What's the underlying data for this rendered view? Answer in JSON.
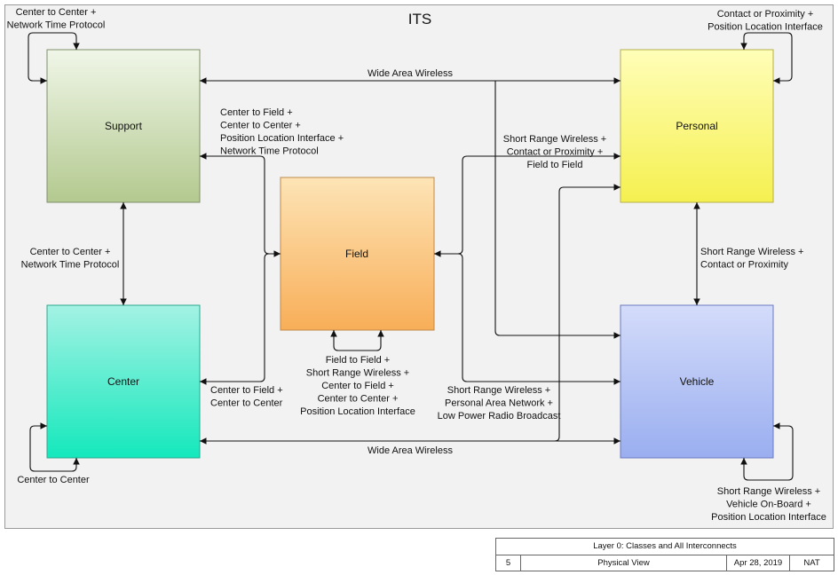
{
  "title": "ITS",
  "boxes": {
    "support": "Support",
    "personal": "Personal",
    "field": "Field",
    "center": "Center",
    "vehicle": "Vehicle"
  },
  "labels": {
    "support_self": [
      "Center to Center +",
      "Network Time Protocol"
    ],
    "personal_self": [
      "Contact or Proximity +",
      "Position Location Interface"
    ],
    "support_personal": [
      "Wide Area Wireless"
    ],
    "support_field": [
      "Center to Field +",
      "Center to Center +",
      "Position Location Interface +",
      "Network Time Protocol"
    ],
    "personal_field": [
      "Short Range Wireless +",
      "Contact or Proximity +",
      "Field to Field"
    ],
    "support_center": [
      "Center to Center +",
      "Network Time Protocol"
    ],
    "personal_vehicle": [
      "Short Range Wireless +",
      "Contact or Proximity"
    ],
    "field_self": [
      "Field to Field +",
      "Short Range Wireless +",
      "Center to Field +",
      "Center to Center +",
      "Position Location Interface"
    ],
    "center_field": [
      "Center to Field +",
      "Center to Center"
    ],
    "field_vehicle": [
      "Short Range Wireless +",
      "Personal Area Network +",
      "Low Power Radio Broadcast"
    ],
    "center_vehicle": [
      "Wide Area Wireless"
    ],
    "center_self": [
      "Center to Center"
    ],
    "vehicle_self": [
      "Short Range Wireless +",
      "Vehicle On-Board +",
      "Position Location Interface"
    ]
  },
  "titleblock": {
    "heading": "Layer 0: Classes and All Interconnects",
    "number": "5",
    "view": "Physical View",
    "date": "Apr 28, 2019",
    "org": "NAT"
  }
}
